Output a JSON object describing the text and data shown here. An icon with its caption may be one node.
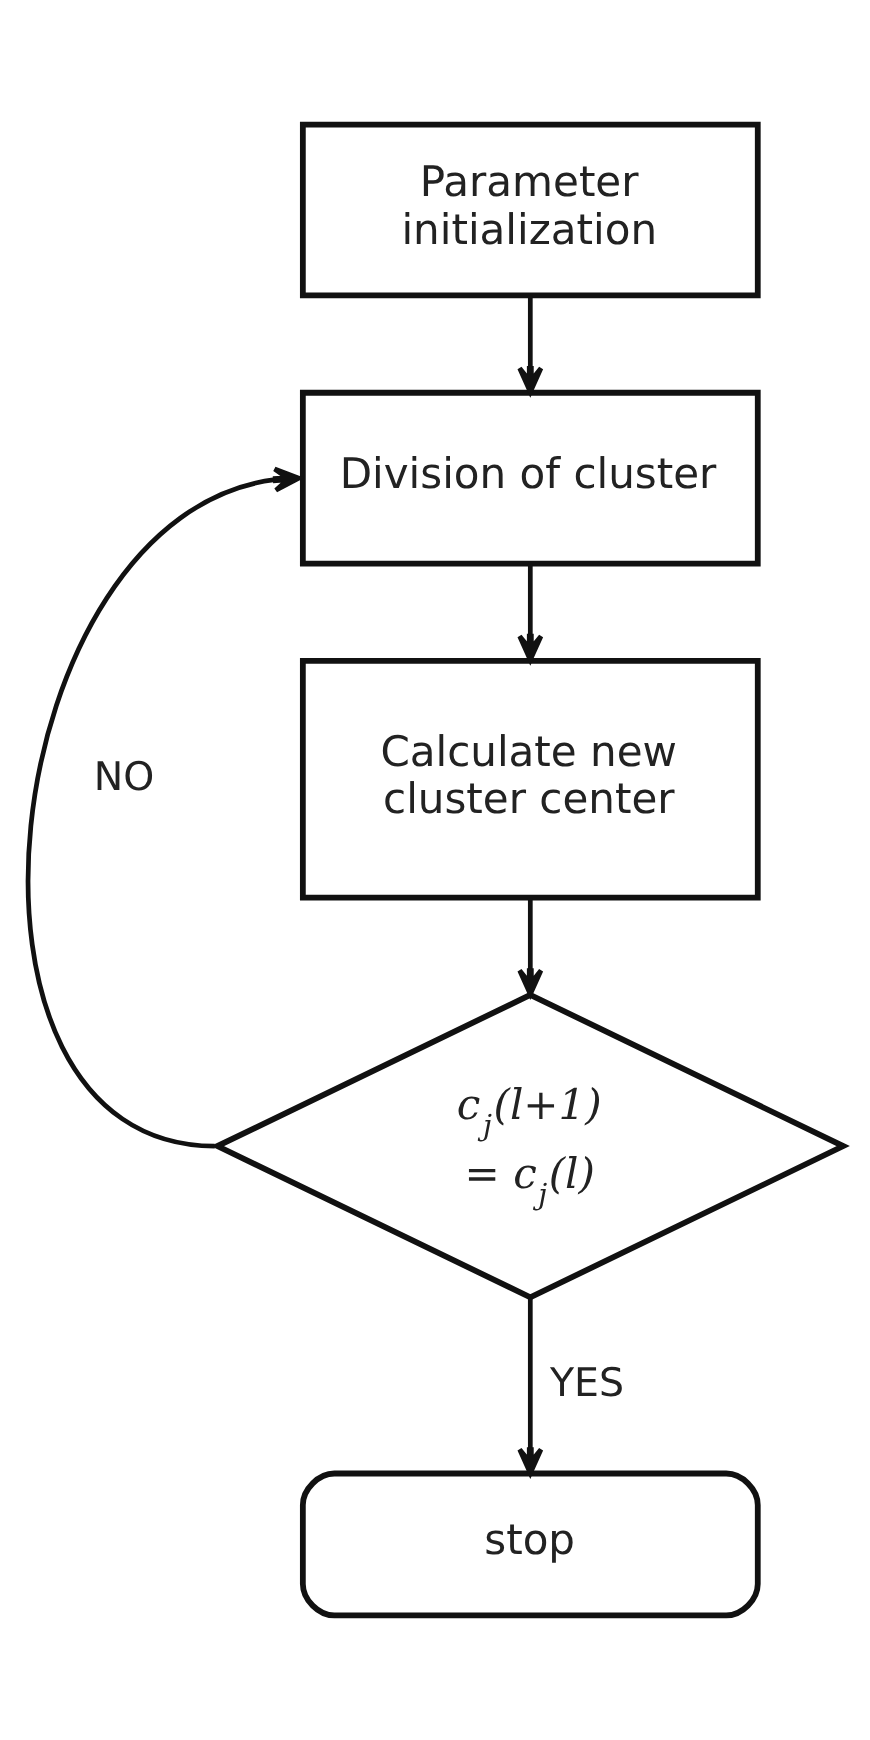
{
  "diagram": {
    "nodes": [
      {
        "text": [
          "Parameter initialization"
        ]
      },
      {
        "text": [
          "Division of cluster"
        ]
      },
      {
        "text": [
          "Calculate new cluster center"
        ]
      },
      {
        "text": [
          "c$_{j}$(l+1) = c$_{j}$(l)"
        ]
      },
      {
        "text": [
          "stop"
        ]
      }
    ],
    "edges": [
      {
        "from": 0,
        "to": 1,
        "arrow": "to"
      },
      {
        "from": 1,
        "to": 2,
        "arrow": "to"
      },
      {
        "from": 2,
        "to": 3,
        "arrow": "to"
      },
      {
        "from": 3,
        "to": 1,
        "arrow": "to",
        "label": "NO"
      },
      {
        "from": 3,
        "to": 4,
        "arrow": "to",
        "label": "YES"
      }
    ]
  }
}
